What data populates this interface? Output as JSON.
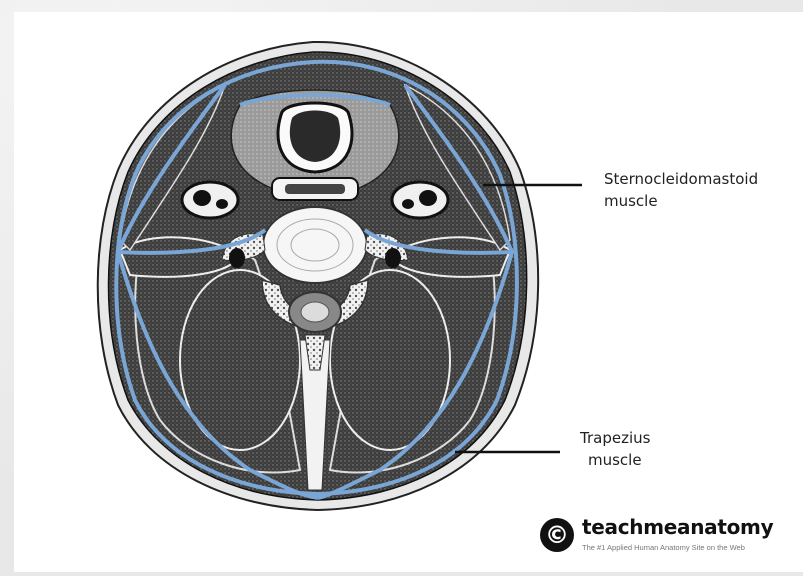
{
  "labels": {
    "sternocleidomastoid_line1": "Sternocleidomastoid",
    "sternocleidomastoid_line2": "muscle",
    "trapezius_line1": "Trapezius",
    "trapezius_line2": "muscle"
  },
  "brand": {
    "symbol": "©",
    "name": "teachmeanatomy",
    "tagline": "The #1 Applied Human Anatomy Site on the Web"
  },
  "colors": {
    "fascia_blue": "#7aa6d6",
    "muscle_dark": "#3a3a3a",
    "background": "#ececec",
    "panel": "#ffffff"
  },
  "icons": [
    "copyright-icon"
  ]
}
